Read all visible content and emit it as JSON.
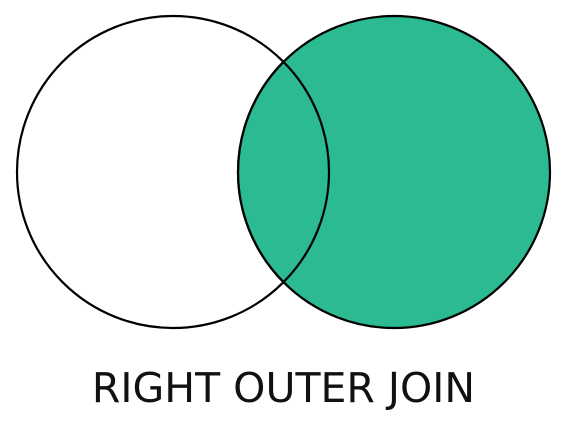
{
  "diagram": {
    "title": "RIGHT OUTER JOIN",
    "left_set": {
      "name": "left-circle",
      "filled": false
    },
    "right_set": {
      "name": "right-circle",
      "filled": true
    },
    "fill_color": "#2bba91",
    "stroke_color": "#000000",
    "background_color": "#ffffff"
  }
}
